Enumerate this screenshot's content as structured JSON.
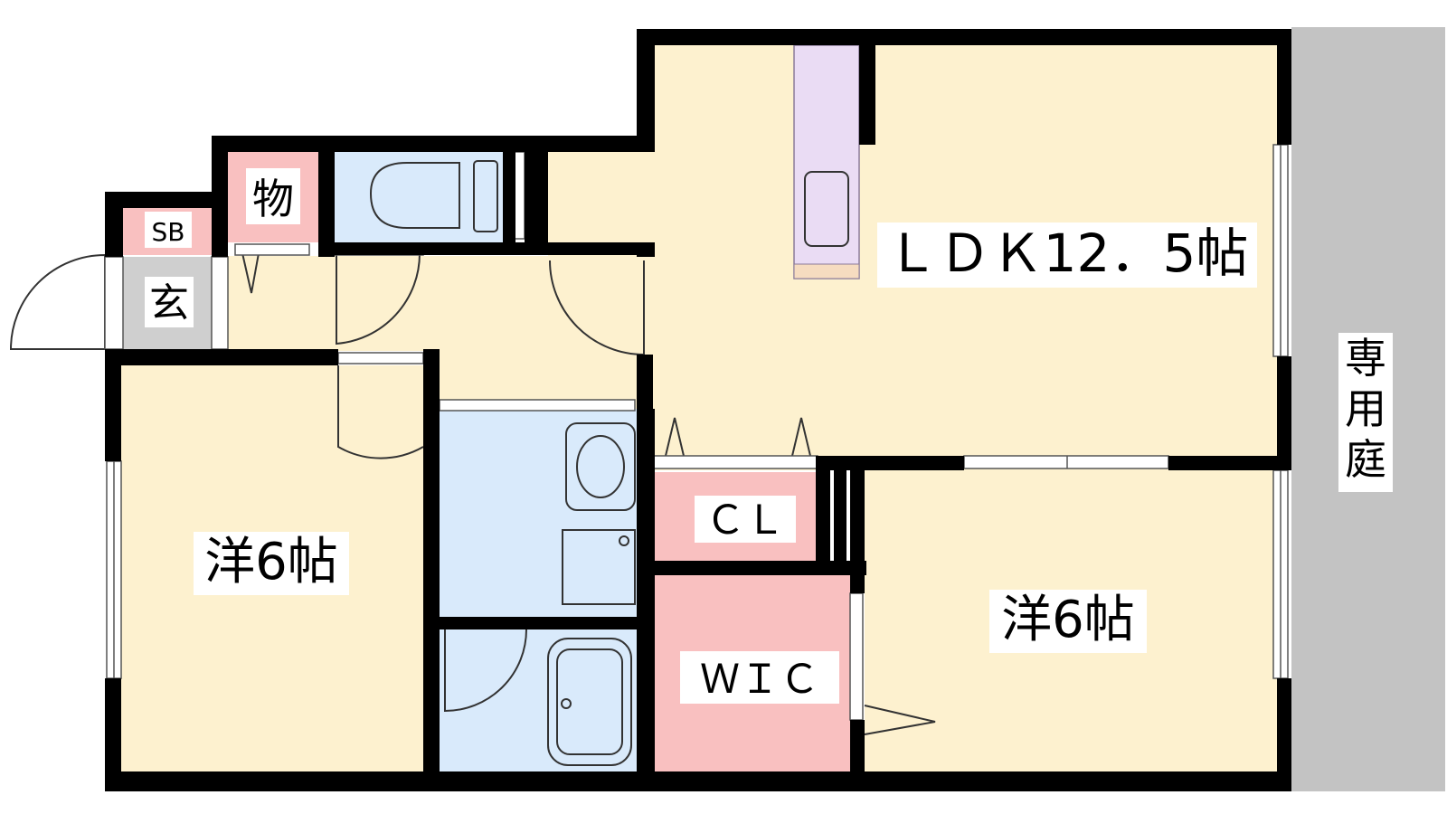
{
  "plan": {
    "rooms": {
      "ldk": "ＬＤＫ12．5帖",
      "western_left": "洋6帖",
      "western_right": "洋6帖",
      "closet": "ＣＬ",
      "walk_in_closet": "ＷＩＣ",
      "storage": "物",
      "shoe_box": "SB",
      "entrance": "玄",
      "private_garden": "専用庭"
    },
    "colors": {
      "living_floor": "#fdf1cf",
      "wet_area": "#d9eafb",
      "closet": "#f9c0c0",
      "kitchen": "#eadcf4",
      "entrance": "#cfcfcf",
      "garden": "#c3c3c3",
      "wall": "#000000"
    }
  }
}
